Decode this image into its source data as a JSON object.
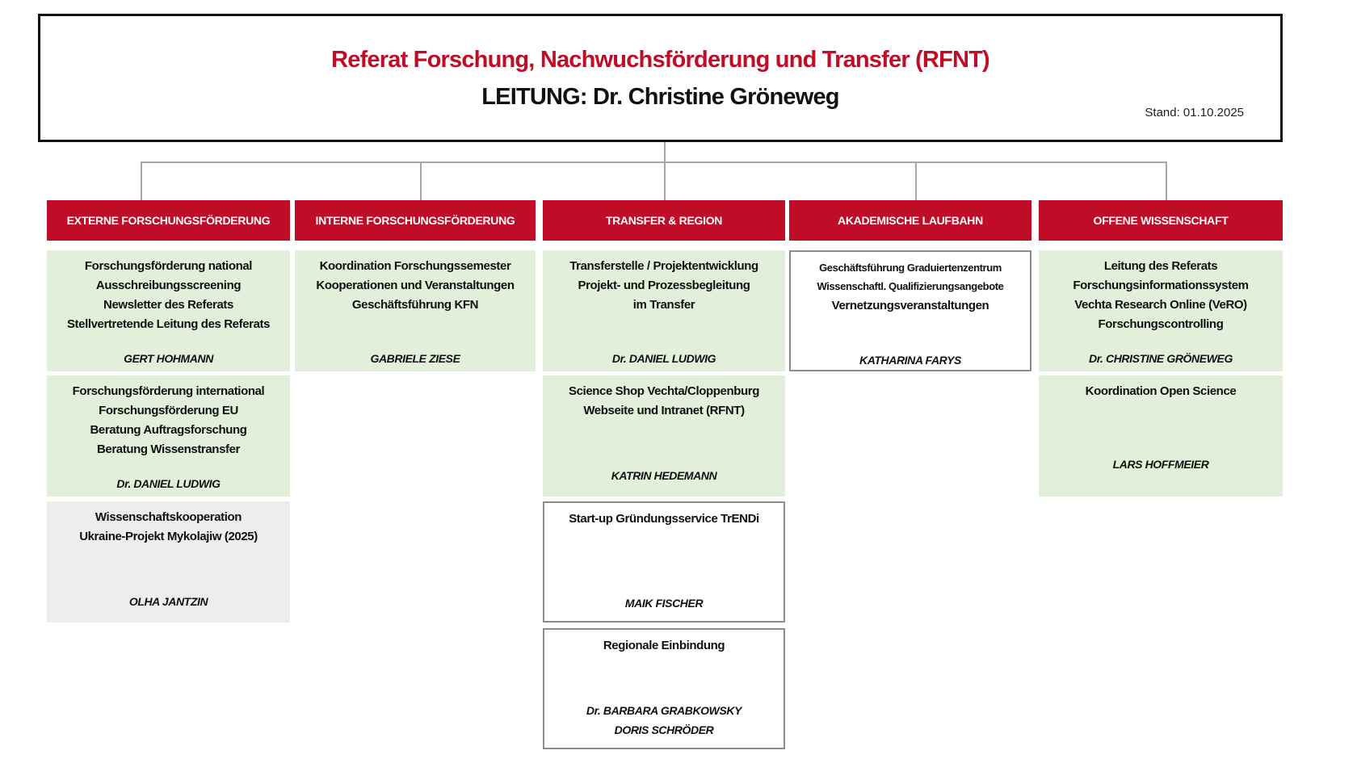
{
  "header": {
    "title": "Referat Forschung, Nachwuchsförderung und Transfer (RFNT)",
    "leitung": "LEITUNG: Dr. Christine Gröneweg",
    "stand": "Stand: 01.10.2025"
  },
  "colors": {
    "accent": "#c00d27",
    "green": "#e2efda",
    "grey": "#ededed"
  },
  "columns": [
    {
      "title": "EXTERNE FORSCHUNGSFÖRDERUNG",
      "boxes": [
        {
          "lines": [
            "Forschungsförderung national",
            "Ausschreibungsscreening",
            "Newsletter des Referats",
            "Stellvertretende Leitung des Referats"
          ],
          "names": [
            "GERT HOHMANN"
          ]
        },
        {
          "lines": [
            "Forschungsförderung international",
            "Forschungsförderung EU",
            "Beratung Auftragsforschung",
            "Beratung Wissenstransfer"
          ],
          "names": [
            "Dr. DANIEL LUDWIG"
          ]
        },
        {
          "lines": [
            "Wissenschaftskooperation",
            "Ukraine-Projekt Mykolajiw (2025)"
          ],
          "names": [
            "OLHA JANTZIN"
          ]
        }
      ]
    },
    {
      "title": "INTERNE FORSCHUNGSFÖRDERUNG",
      "boxes": [
        {
          "lines": [
            "Koordination Forschungssemester",
            "Kooperationen und Veranstaltungen",
            "Geschäftsführung KFN"
          ],
          "names": [
            "GABRIELE ZIESE"
          ]
        }
      ]
    },
    {
      "title": "TRANSFER & REGION",
      "boxes": [
        {
          "lines": [
            "Transferstelle / Projektentwicklung",
            "Projekt- und Prozessbegleitung",
            "im Transfer"
          ],
          "names": [
            "Dr. DANIEL LUDWIG"
          ]
        },
        {
          "lines": [
            "Science Shop Vechta/Cloppenburg",
            "Webseite und Intranet (RFNT)"
          ],
          "names": [
            "KATRIN HEDEMANN"
          ]
        },
        {
          "lines": [
            "Start-up Gründungsservice TrENDi"
          ],
          "names": [
            "MAIK FISCHER"
          ]
        },
        {
          "lines": [
            "Regionale Einbindung"
          ],
          "names": [
            "Dr. BARBARA GRABKOWSKY",
            "DORIS SCHRÖDER"
          ]
        }
      ]
    },
    {
      "title": "AKADEMISCHE LAUFBAHN",
      "boxes": [
        {
          "lines": [
            "Geschäftsführung  Graduiertenzentrum",
            "Wissenschaftl.  Qualifizierungsangebote",
            "Vernetzungsveranstaltungen"
          ],
          "names": [
            "KATHARINA FARYS"
          ]
        }
      ]
    },
    {
      "title": "OFFENE WISSENSCHAFT",
      "boxes": [
        {
          "lines": [
            "Leitung des Referats",
            "Forschungsinformationssystem",
            "Vechta Research Online (VeRO)",
            "Forschungscontrolling"
          ],
          "names": [
            "Dr. CHRISTINE GRÖNEWEG"
          ]
        },
        {
          "lines": [
            "Koordination Open Science"
          ],
          "names": [
            "LARS HOFFMEIER"
          ]
        }
      ]
    }
  ]
}
